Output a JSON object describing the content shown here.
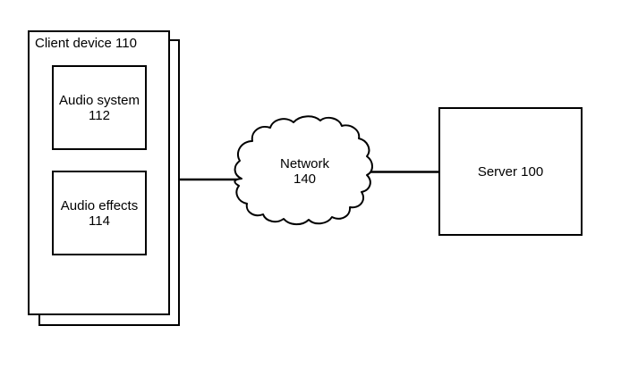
{
  "figure": {
    "client_device": {
      "label": "Client device 110",
      "components": [
        {
          "name": "Audio system",
          "ref": "112"
        },
        {
          "name": "Audio effects",
          "ref": "114"
        }
      ]
    },
    "network": {
      "name": "Network",
      "ref": "140"
    },
    "server": {
      "label": "Server 100"
    },
    "colors": {
      "stroke": "#000000",
      "background": "#ffffff"
    }
  }
}
